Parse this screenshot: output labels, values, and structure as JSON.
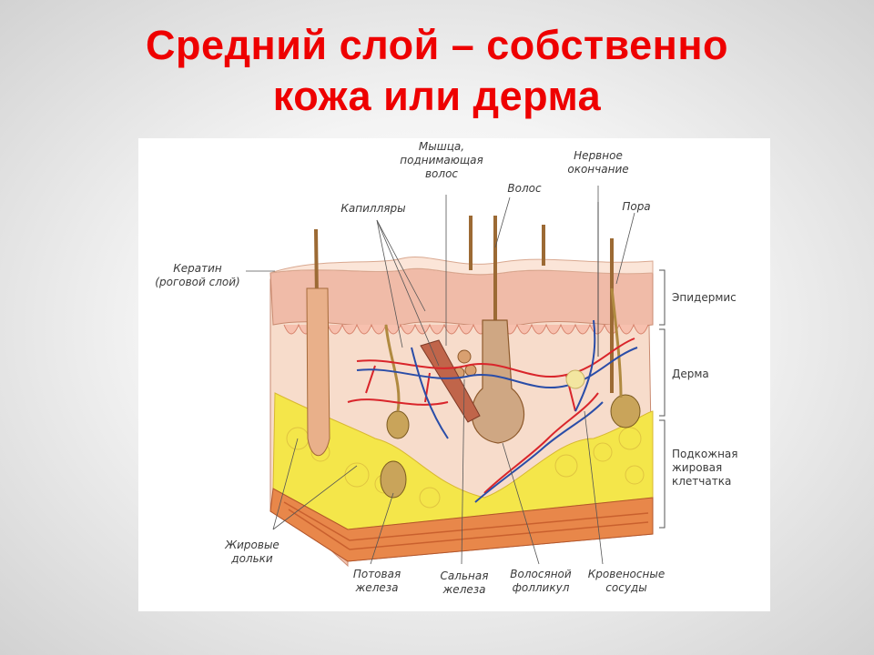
{
  "title": {
    "line1": "Средний слой – собственно",
    "line2": "кожа или дерма"
  },
  "colors": {
    "title": "#ee0000",
    "epidermis": "#f2c9b6",
    "dermis": "#f6dccb",
    "fat": "#f4e64a",
    "artery": "#d9252b",
    "vein": "#2a4da8",
    "hair": "#a0703a"
  },
  "labels": {
    "keratin": {
      "line1": "Кератин",
      "line2": "(роговой слой)"
    },
    "capillaries": "Капилляры",
    "muscle": {
      "line1": "Мышца,",
      "line2": "поднимающая",
      "line3": "волос"
    },
    "hair": "Волос",
    "nerve": {
      "line1": "Нервное",
      "line2": "окончание"
    },
    "pore": "Пора",
    "epidermis": "Эпидермис",
    "dermis": "Дерма",
    "subcutis": {
      "line1": "Подкожная",
      "line2": "жировая",
      "line3": "клетчатка"
    },
    "fat_lobules": {
      "line1": "Жировые",
      "line2": "дольки"
    },
    "sweat_gland": {
      "line1": "Потовая",
      "line2": "железа"
    },
    "sebaceous_gland": {
      "line1": "Сальная",
      "line2": "железа"
    },
    "hair_follicle": {
      "line1": "Волосяной",
      "line2": "фолликул"
    },
    "blood_vessels": {
      "line1": "Кровеносные",
      "line2": "сосуды"
    }
  }
}
